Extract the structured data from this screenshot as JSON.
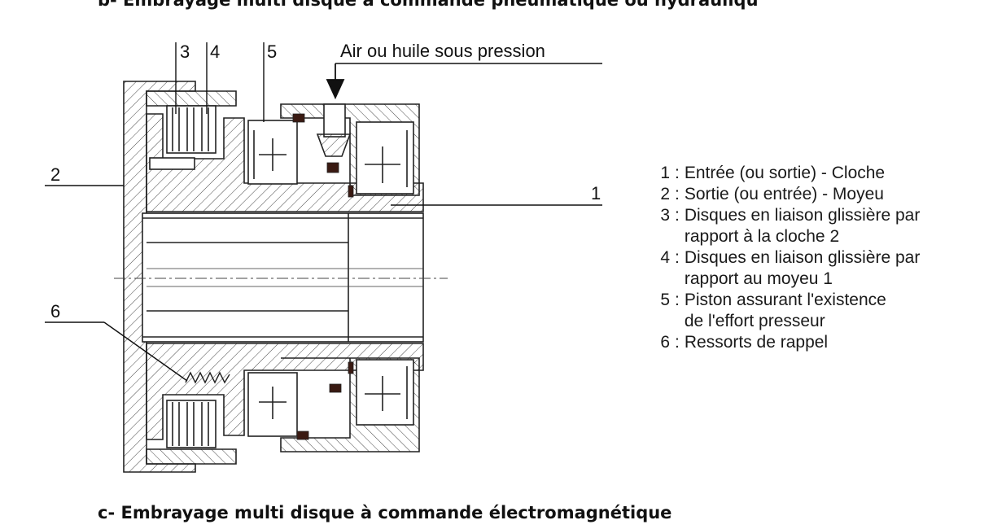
{
  "headings": {
    "b": "b- Embrayage multi disque à commande pneumatique ou hydrauliqu",
    "c": "c- Embrayage multi disque à commande électromagnétique"
  },
  "diagram": {
    "callouts": [
      "1",
      "2",
      "3",
      "4",
      "5",
      "6"
    ],
    "pressure_label": "Air ou huile sous pression"
  },
  "legend": [
    {
      "num": "1",
      "sep": ":",
      "line1": "Entrée (ou sortie) - Cloche",
      "line2": ""
    },
    {
      "num": "2",
      "sep": ":",
      "line1": "Sortie (ou entrée) - Moyeu",
      "line2": ""
    },
    {
      "num": "3",
      "sep": ":",
      "line1": "Disques en liaison glissière par",
      "line2": "rapport à la cloche 2"
    },
    {
      "num": "4",
      "sep": ":",
      "line1": "Disques en liaison glissière par",
      "line2": "rapport au moyeu 1"
    },
    {
      "num": "5",
      "sep": ":",
      "line1": "Piston assurant l'existence",
      "line2": "de l'effort presseur"
    },
    {
      "num": "6",
      "sep": ":",
      "line1": "Ressorts de rappel",
      "line2": ""
    }
  ]
}
